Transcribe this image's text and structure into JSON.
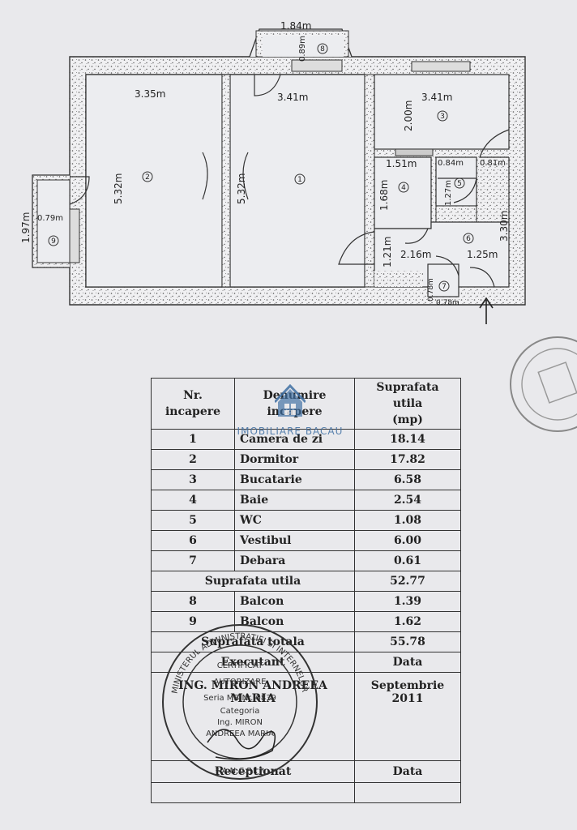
{
  "plan": {
    "dims": {
      "balcony8_width": "1.84m",
      "balcony8_depth": "0.89m",
      "bedroom_width": "3.35m",
      "bedroom_length": "5.32m",
      "living_width": "3.41m",
      "living_length": "5.32m",
      "kitchen_width": "3.41m",
      "kitchen_depth": "2.00m",
      "bath_width": "1.51m",
      "bath_depth": "1.68m",
      "wc_width": "0.84m",
      "wc_width2": "0.81m",
      "wc_depth": "1.27m",
      "hall_length": "3.30m",
      "hall_width": "2.16m",
      "hall_width2": "1.25m",
      "hall_door": "1.21m",
      "storage_w": "0.78m",
      "storage_d": "0.78m",
      "balcony9_length": "1.97m",
      "balcony9_depth": "0.79m"
    },
    "rooms": [
      "1",
      "2",
      "3",
      "4",
      "5",
      "6",
      "7",
      "8",
      "9"
    ]
  },
  "table": {
    "headers": {
      "nr": [
        "Nr.",
        "incapere"
      ],
      "name": [
        "Denumire",
        "incapere"
      ],
      "area": [
        "Suprafata",
        "utila",
        "(mp)"
      ]
    },
    "rows": [
      {
        "nr": "1",
        "name": "Camera de zi",
        "area": "18.14"
      },
      {
        "nr": "2",
        "name": "Dormitor",
        "area": "17.82"
      },
      {
        "nr": "3",
        "name": "Bucatarie",
        "area": "6.58"
      },
      {
        "nr": "4",
        "name": "Baie",
        "area": "2.54"
      },
      {
        "nr": "5",
        "name": "WC",
        "area": "1.08"
      },
      {
        "nr": "6",
        "name": "Vestibul",
        "area": "6.00"
      },
      {
        "nr": "7",
        "name": "Debara",
        "area": "0.61"
      }
    ],
    "useful_label": "Suprafata utila",
    "useful_value": "52.77",
    "balconies": [
      {
        "nr": "8",
        "name": "Balcon",
        "area": "1.39"
      },
      {
        "nr": "9",
        "name": "Balcon",
        "area": "1.62"
      }
    ],
    "total_label": "Suprafata totala",
    "total_value": "55.78",
    "executant_label": "Executant",
    "date_label": "Data",
    "executant_name": "ING. MIRON ANDREEA MARIA",
    "date_value": [
      "Septembrie",
      "2011"
    ],
    "receptionat_label": "Receptionat",
    "date_label2": "Data"
  },
  "watermark": {
    "text": "IMOBILIARE BACAU"
  },
  "stamp": {
    "ring": "MINISTERUL ADMINISTRATIEI SI INTERNELOR",
    "bottom": "* A.N.C.P.I. *",
    "lines": [
      "CERTIFICAT",
      "AUTORIZARE",
      "Seria MB Nr. 0839",
      "Categoria",
      "Ing. MIRON",
      "ANDREEA MARIA"
    ]
  },
  "colors": {
    "paper": "#e9e9ec",
    "ink": "#1a1a1a",
    "watermark": "#3f6fa3"
  }
}
